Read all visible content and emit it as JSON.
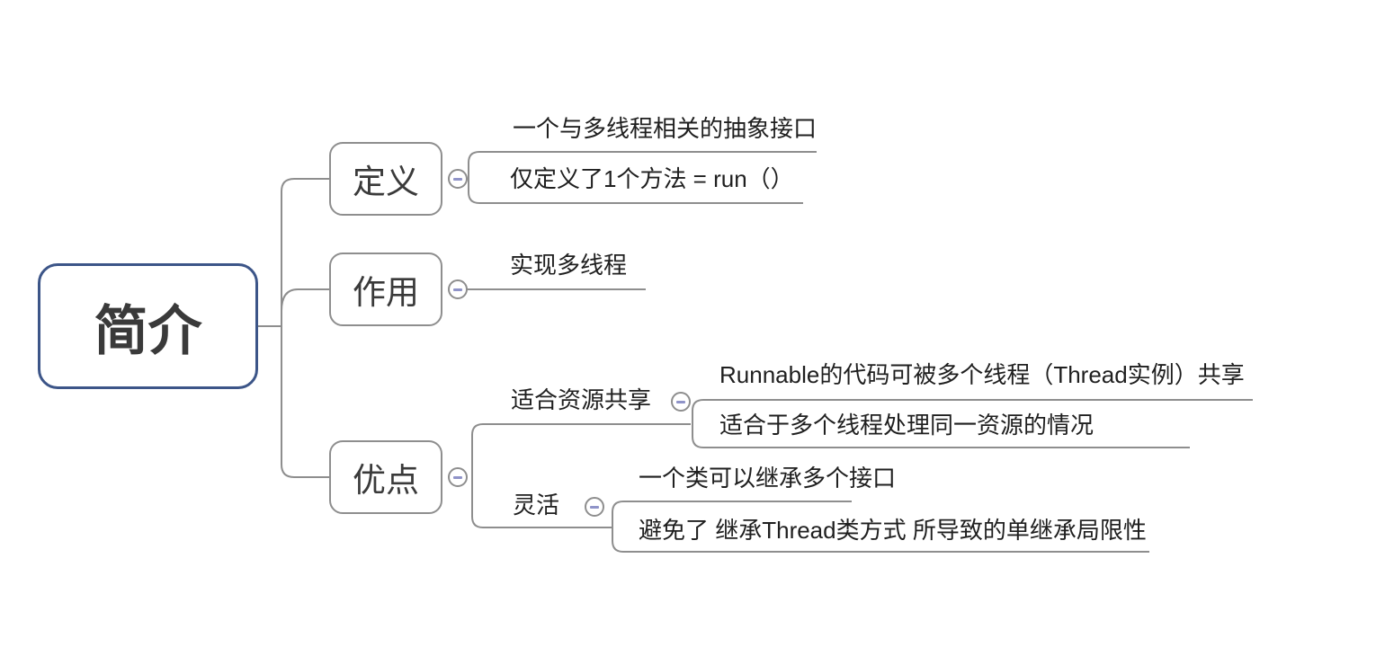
{
  "root": {
    "label": "简介"
  },
  "branches": [
    {
      "label": "定义",
      "children": [
        {
          "label": "一个与多线程相关的抽象接口"
        },
        {
          "label": "仅定义了1个方法 = run（）"
        }
      ]
    },
    {
      "label": "作用",
      "children": [
        {
          "label": "实现多线程"
        }
      ]
    },
    {
      "label": "优点",
      "children": [
        {
          "label": "适合资源共享",
          "children": [
            {
              "label": "Runnable的代码可被多个线程（Thread实例）共享"
            },
            {
              "label": "适合于多个线程处理同一资源的情况"
            }
          ]
        },
        {
          "label": "灵活",
          "children": [
            {
              "label": "一个类可以继承多个接口"
            },
            {
              "label": "避免了 继承Thread类方式 所导致的单继承局限性"
            }
          ]
        }
      ]
    }
  ],
  "icons": {
    "collapse_button": "minus-icon"
  },
  "colors": {
    "accent": "#3c5588",
    "line": "#8e8e8e",
    "minus": "#8f93c8",
    "text-dark": "#1f1f1f",
    "text-node": "#3a3a3a",
    "bg": "#ffffff"
  }
}
